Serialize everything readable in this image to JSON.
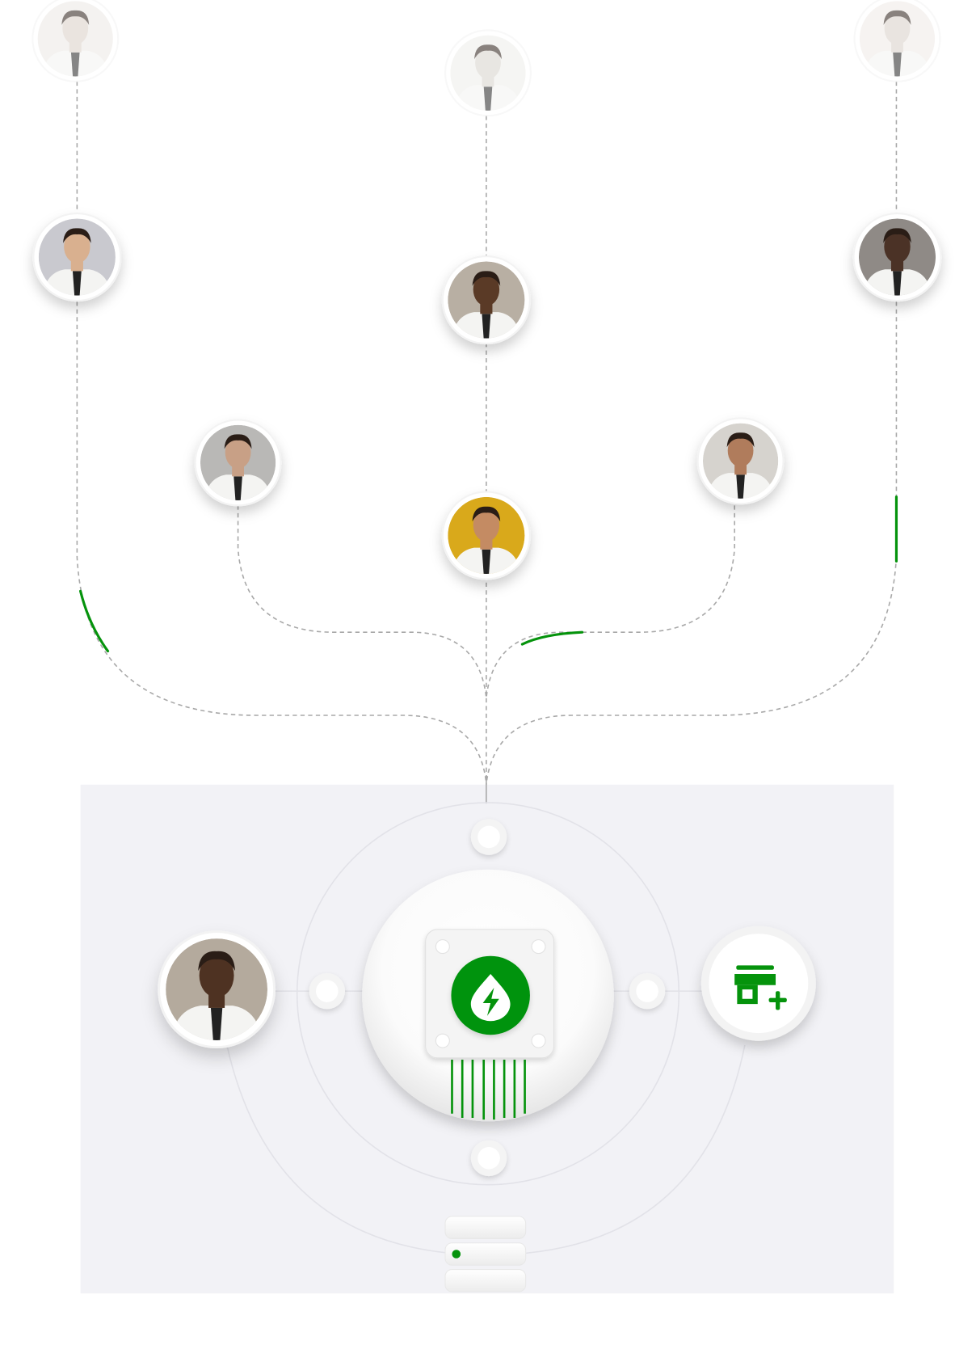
{
  "colors": {
    "accent": "#05930c",
    "panel_bg": "#f2f2f6",
    "dashed_line": "#a8a8a8",
    "ring": "#e2e2e8"
  },
  "avatars": [
    {
      "id": "top-left-faded",
      "bg": "#ece8e4",
      "skin": "#d9cfc6",
      "faded": true
    },
    {
      "id": "top-center-faded",
      "bg": "#eeeeea",
      "skin": "#d7d2cc",
      "faded": true
    },
    {
      "id": "top-right-faded",
      "bg": "#efebe7",
      "skin": "#d8cfc8",
      "faded": true
    },
    {
      "id": "woman-glasses",
      "bg": "#c9c9cf",
      "skin": "#d9b08f",
      "faded": false
    },
    {
      "id": "man-beard-tie",
      "bg": "#b8afa3",
      "skin": "#5a3a26",
      "faded": false
    },
    {
      "id": "man-right",
      "bg": "#8f8a86",
      "skin": "#4b3226",
      "faded": false
    },
    {
      "id": "man-curly-glasses",
      "bg": "#b9b8b6",
      "skin": "#c8a086",
      "faded": false
    },
    {
      "id": "man-curly-suit",
      "bg": "#d6d3ce",
      "skin": "#b07c5c",
      "faded": false
    },
    {
      "id": "man-yellow",
      "bg": "#d9a91b",
      "skin": "#c48b63",
      "faded": false
    },
    {
      "id": "hub-user",
      "bg": "#b4aa9d",
      "skin": "#4e3222",
      "faded": false
    }
  ],
  "icons": {
    "center": "drop-bolt-icon",
    "right": "store-add-icon"
  }
}
